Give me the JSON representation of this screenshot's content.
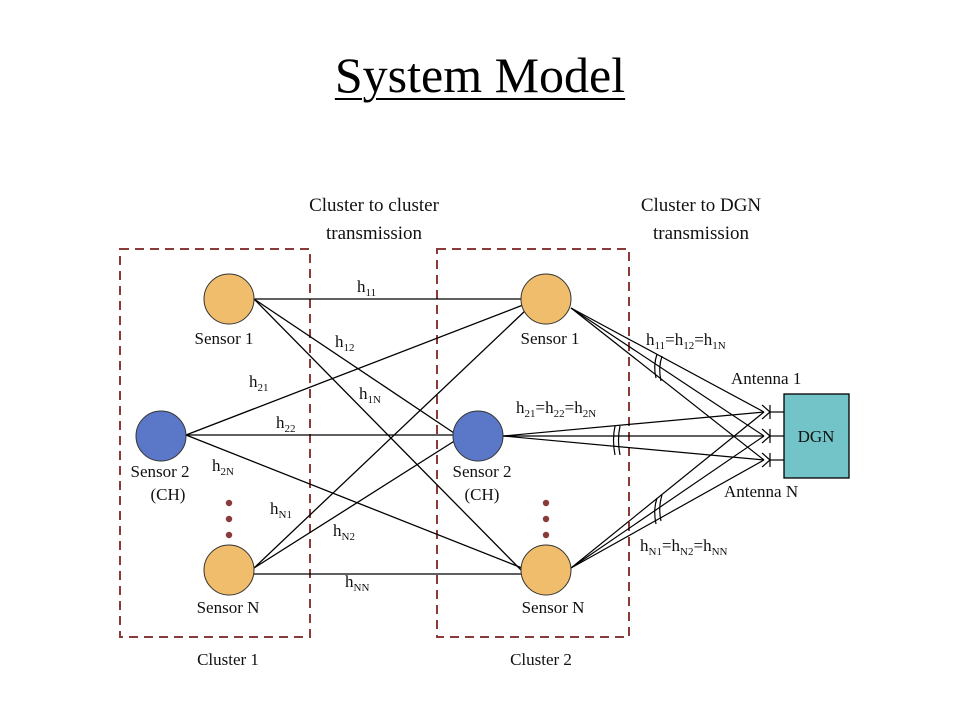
{
  "slide": {
    "title": "System Model"
  },
  "headers": {
    "c2c": [
      "Cluster to cluster",
      "transmission"
    ],
    "c2dgn": [
      "Cluster to DGN",
      "transmission"
    ]
  },
  "clusters": {
    "c1": "Cluster 1",
    "c2": "Cluster 2"
  },
  "nodes": {
    "s1": "Sensor 1",
    "s2": "Sensor 2",
    "ch": "(CH)",
    "sN": "Sensor N"
  },
  "dgn": {
    "label": "DGN",
    "antenna_1": "Antenna 1",
    "antenna_N": "Antenna N"
  },
  "channels": {
    "h": "h",
    "h11": "11",
    "h12": "12",
    "h1N": "1N",
    "h21": "21",
    "h22": "22",
    "h2N": "2N",
    "hN1": "N1",
    "hN2": "N2",
    "hNN": "NN",
    "eq": "="
  },
  "colors": {
    "sensor": "#f0bd6c",
    "cluster_head": "#5b77c8",
    "dgn": "#72c4c9",
    "cluster_border": "#8b3a3a"
  }
}
